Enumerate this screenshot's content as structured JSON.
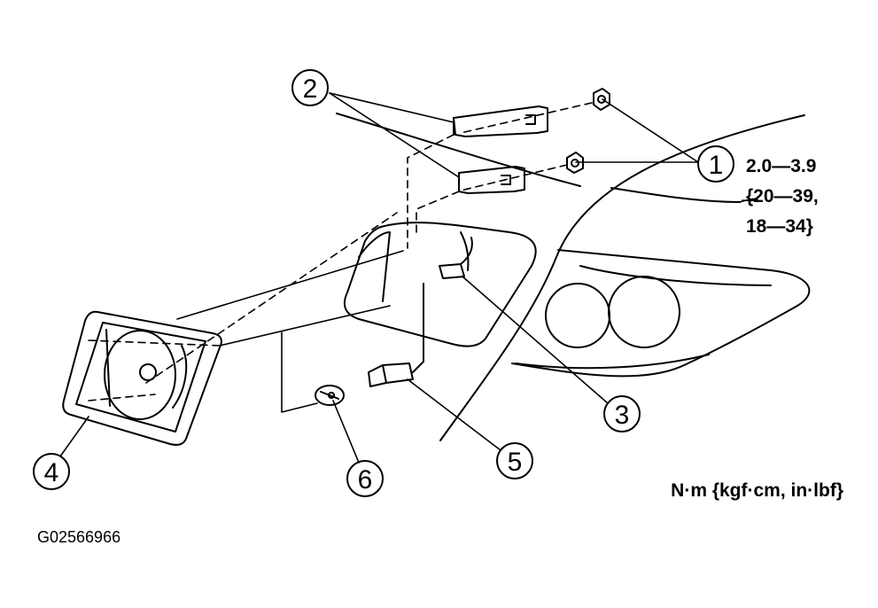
{
  "callouts": {
    "c1": "1",
    "c2": "2",
    "c3": "3",
    "c4": "4",
    "c5": "5",
    "c6": "6"
  },
  "torque": {
    "line1": "2.0—3.9",
    "line2": "{20—39,",
    "line3": "18—34}"
  },
  "units": "N·m {kgf·cm, in·lbf}",
  "figure_id": "G02566966",
  "colors": {
    "ink": "#000000",
    "paper": "#ffffff"
  }
}
